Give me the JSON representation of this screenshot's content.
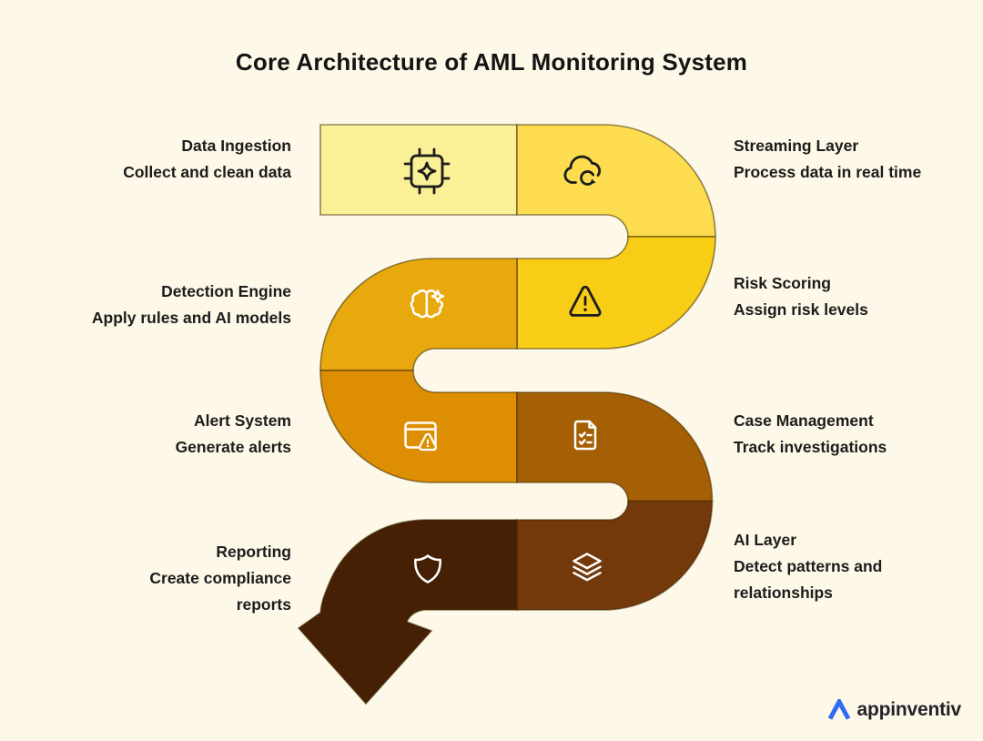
{
  "title": "Core Architecture of AML Monitoring System",
  "colors": {
    "background": "#FDF8E7",
    "outline": "#3D2A04",
    "text": "#1C1C1C",
    "icon_dark": "#1C1C1C",
    "icon_light": "#FFFFFF"
  },
  "steps": [
    {
      "name": "Data Ingestion",
      "desc": "Collect and clean data",
      "icon": "ai-chip-icon",
      "color": "#FAF095",
      "side": "left"
    },
    {
      "name": "Streaming Layer",
      "desc": "Process data in real time",
      "icon": "cloud-sync-icon",
      "color": "#FDDD4F",
      "side": "right"
    },
    {
      "name": "Risk Scoring",
      "desc": "Assign risk levels",
      "icon": "warning-triangle-icon",
      "color": "#F8CD15",
      "side": "right"
    },
    {
      "name": "Detection Engine",
      "desc": "Apply rules and AI models",
      "icon": "brain-sparkle-icon",
      "color": "#E7A90E",
      "side": "left"
    },
    {
      "name": "Alert System",
      "desc": "Generate alerts",
      "icon": "browser-alert-icon",
      "color": "#DD8E02",
      "side": "left"
    },
    {
      "name": "Case Management",
      "desc": "Track investigations",
      "icon": "document-checklist-icon",
      "color": "#A55F04",
      "side": "right"
    },
    {
      "name": "AI Layer",
      "desc": "Detect patterns and relationships",
      "icon": "layers-icon",
      "color": "#73390B",
      "side": "right"
    },
    {
      "name": "Reporting",
      "desc": "Create compliance reports",
      "icon": "shield-icon",
      "color": "#452005",
      "side": "left"
    }
  ],
  "logo": {
    "text": "appinventiv",
    "accent": "#2E6BF6"
  }
}
